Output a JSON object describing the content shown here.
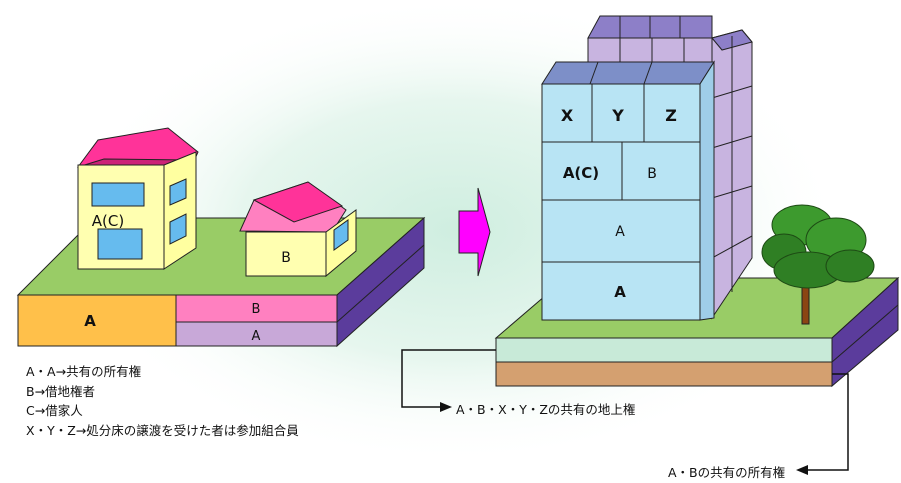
{
  "left": {
    "house_big_label": "A(C)",
    "house_small_label": "B",
    "slab_front_left_label": "A",
    "slab_front_right_top_label": "B",
    "slab_front_right_bottom_label": "A"
  },
  "right": {
    "building_row1": [
      "X",
      "Y",
      "Z"
    ],
    "building_row2": [
      "A(C)",
      "B"
    ],
    "building_row3": "A",
    "building_row4": "A"
  },
  "legend": [
    "A・A→共有の所有権",
    "B→借地権者",
    "C→借家人",
    "X・Y・Z→処分床の譲渡を受けた者は参加組合員"
  ],
  "notes": {
    "surface_rights": "A・B・X・Y・Zの共有の地上権",
    "ownership": "A・Bの共有の所有権"
  },
  "colors": {
    "arrow": "#ff00ff",
    "grass": "#99cc66",
    "orange": "#ffc04a",
    "pink": "#ff80c0",
    "lavender": "#c8a8d8",
    "purple_side": "#5b3c9c",
    "building_face": "#b8e4f4",
    "building_top": "#7d8fc8",
    "tan": "#d4a070"
  }
}
